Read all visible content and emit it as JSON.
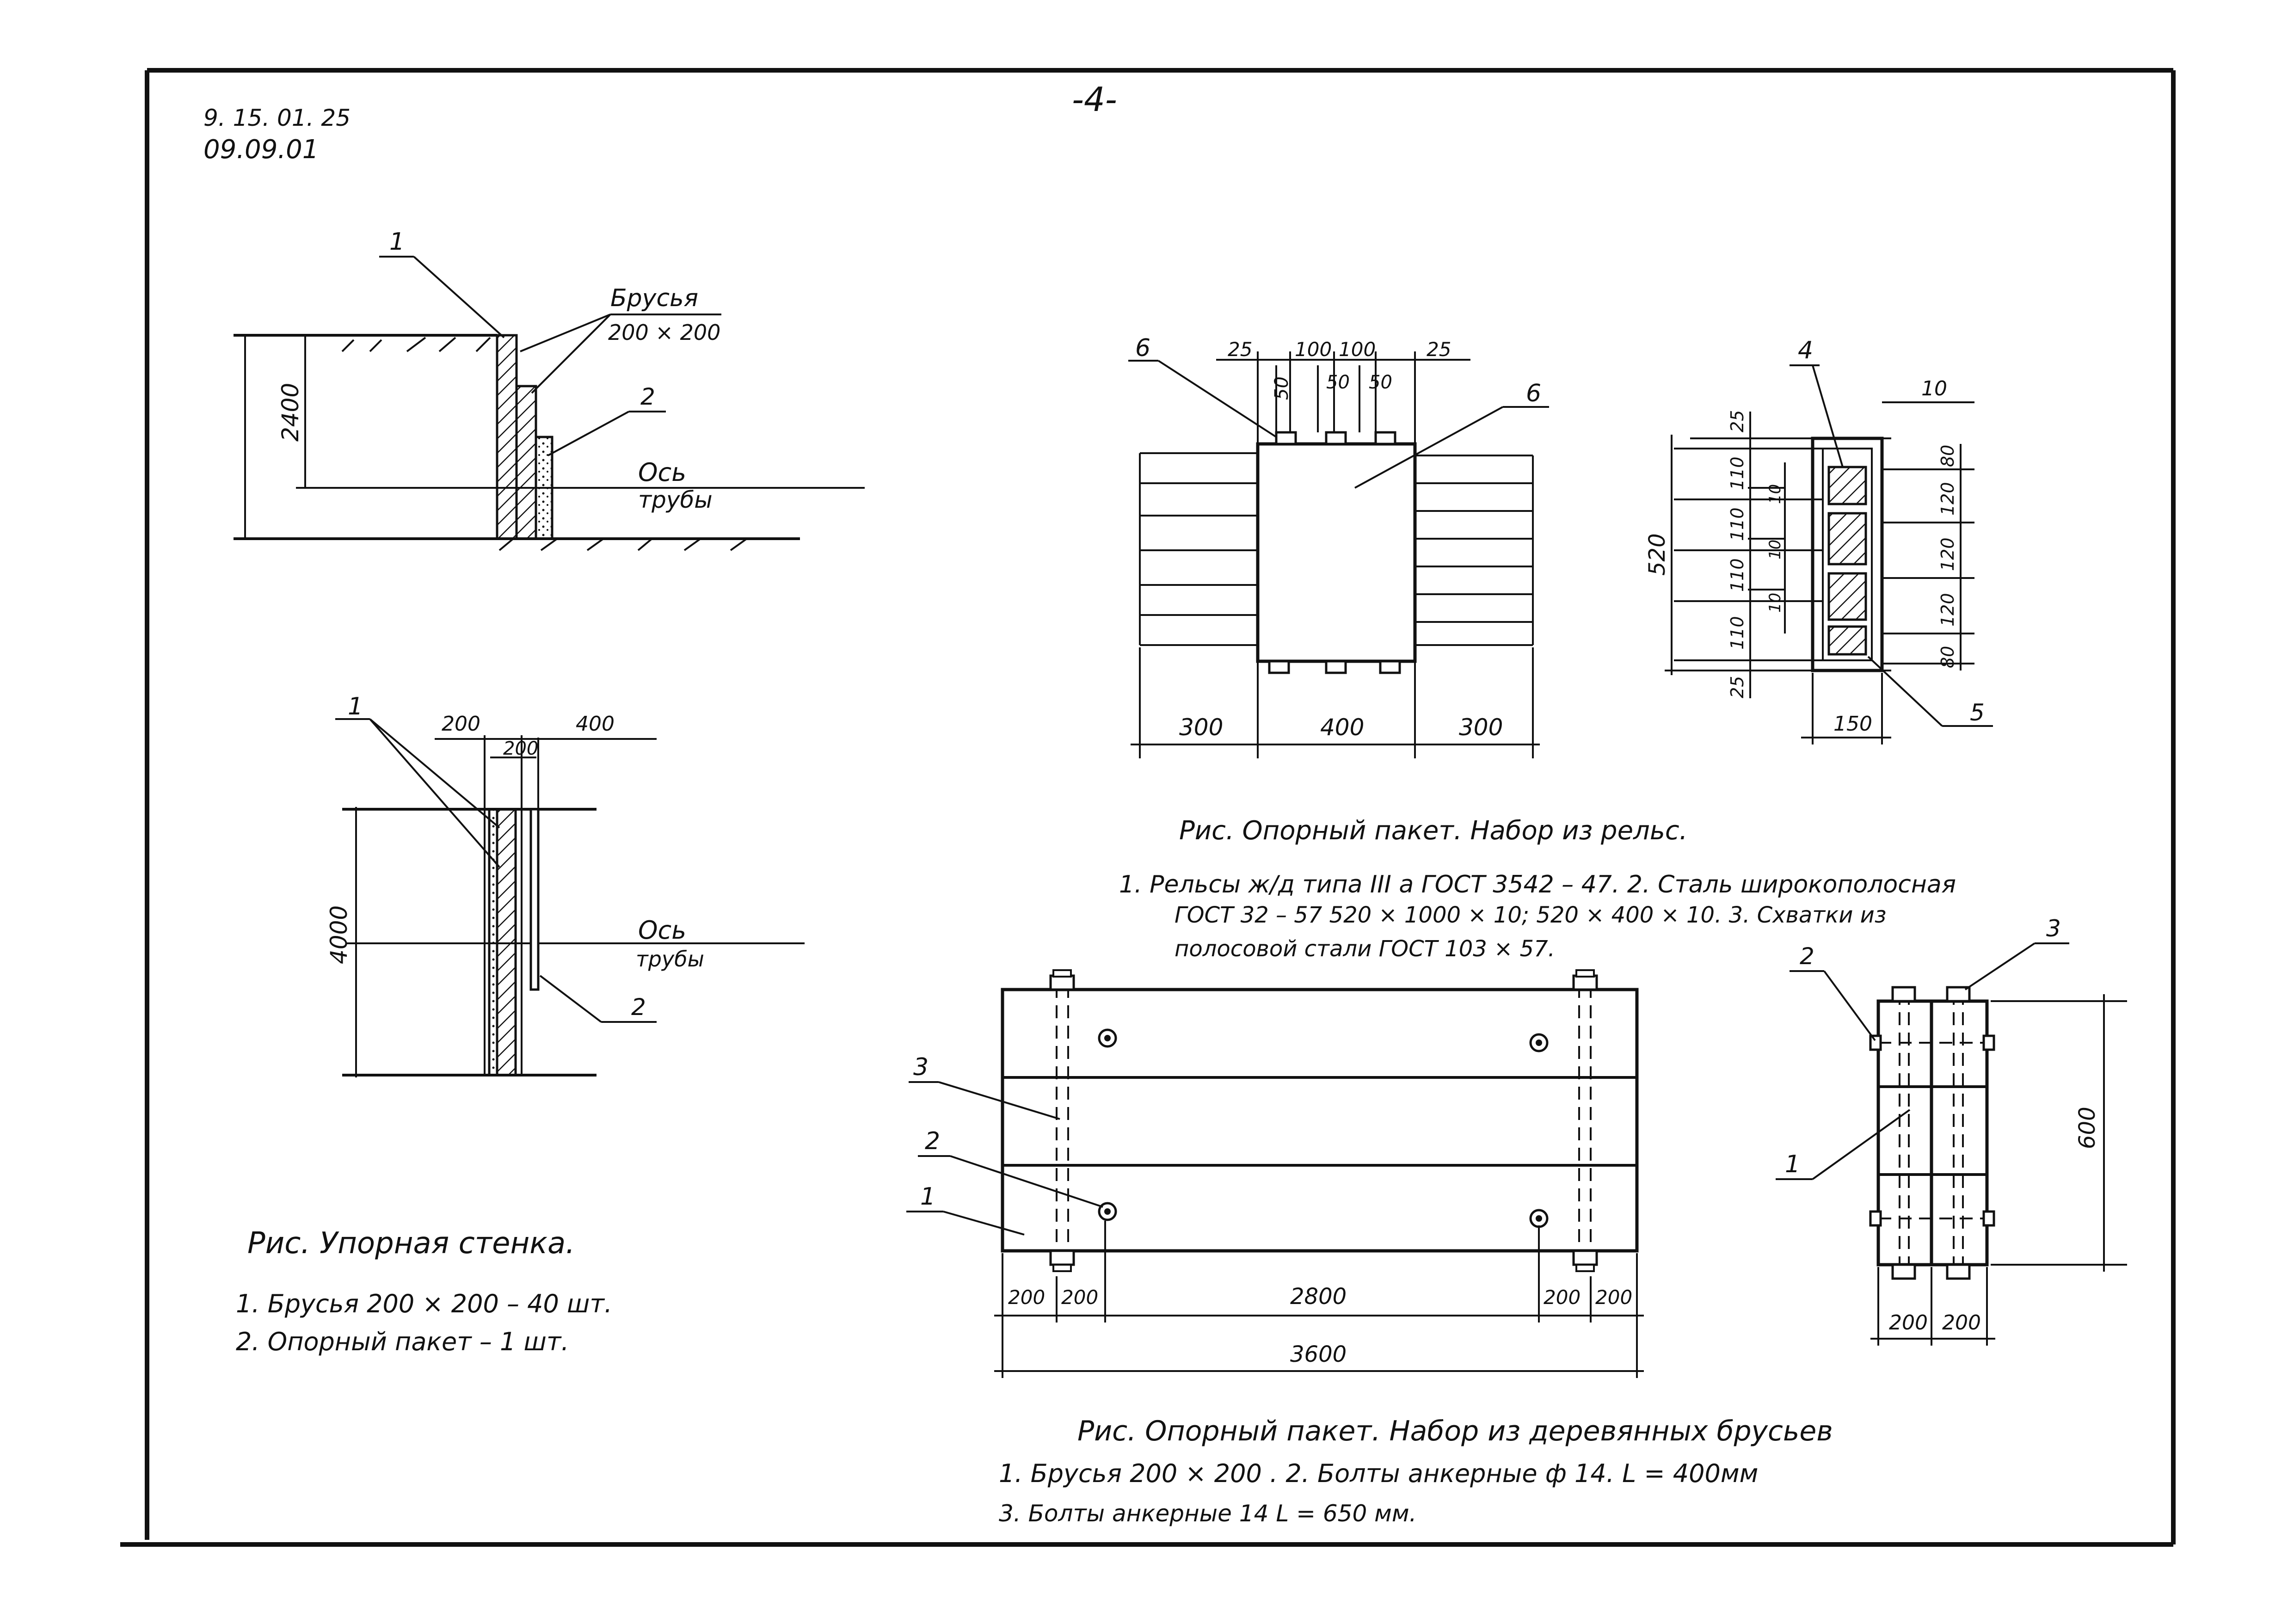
{
  "header": {
    "code_line1": "9. 15. 01. 25",
    "code_line2": "09.09.01",
    "page_number": "-4-"
  },
  "fig_wall": {
    "caption": "Рис. Упорная стенка.",
    "item1": "1.  Брусья 200 × 200  –  40 шт.",
    "item2": "2.  Опорный пакет  –  1 шт.",
    "upper": {
      "callout_1": "1",
      "beams_label": "Брусья",
      "beams_size": "200 × 200",
      "callout_2": "2",
      "dim_height": "2400",
      "axis_label_1": "Ось",
      "axis_label_2": "трубы"
    },
    "lower": {
      "callout_1": "1",
      "callout_2": "2",
      "dim_200a": "200",
      "dim_200b": "200",
      "dim_400": "400",
      "dim_height": "4000",
      "axis_label_1": "Ось",
      "axis_label_2": "трубы"
    }
  },
  "fig_rails": {
    "caption": "Рис.  Опорный пакет.  Набор из рельс.",
    "note_line1": "1.   Рельсы ж/д типа  III а   ГОСТ 3542 – 47.  2. Сталь широкополосная",
    "note_line2": "ГОСТ 32 – 57  520 × 1000 × 10;  520 × 400 × 10.   3. Схватки из",
    "note_line3": "полосовой стали ГОСТ 103 × 57.",
    "front": {
      "callout_6a": "6",
      "callout_6b": "6",
      "dims_top": [
        "25",
        "100",
        "100",
        "25"
      ],
      "dims_inner": [
        "50",
        "50",
        "50"
      ],
      "dims_bottom": [
        "300",
        "400",
        "300"
      ]
    },
    "section": {
      "callout_4": "4",
      "callout_5": "5",
      "dim_10": "10",
      "dim_520": "520",
      "dim_150": "150",
      "dims_left": [
        "25",
        "110",
        "110",
        "110",
        "110",
        "25"
      ],
      "dims_gap": [
        "10",
        "10",
        "10"
      ],
      "dims_right": [
        "80",
        "120",
        "120",
        "120",
        "80"
      ]
    }
  },
  "fig_timber": {
    "caption": "Рис.  Опорный пакет.  Набор из деревянных брусьев",
    "note_line1": "1.  Брусья 200 × 200 .    2.  Болты анкерные  ф 14.   L = 400мм",
    "note_line2": "3.  Болты анкерные  14   L = 650 мм.",
    "side": {
      "callout_1": "1",
      "callout_2": "2",
      "callout_3": "3",
      "dims_left": [
        "200",
        "200"
      ],
      "dim_mid": "2800",
      "dims_right": [
        "200",
        "200"
      ],
      "dim_total": "3600"
    },
    "end": {
      "callout_1": "1",
      "callout_2": "2",
      "callout_3": "3",
      "dim_600": "600",
      "dims_bottom": [
        "200",
        "200"
      ]
    }
  }
}
